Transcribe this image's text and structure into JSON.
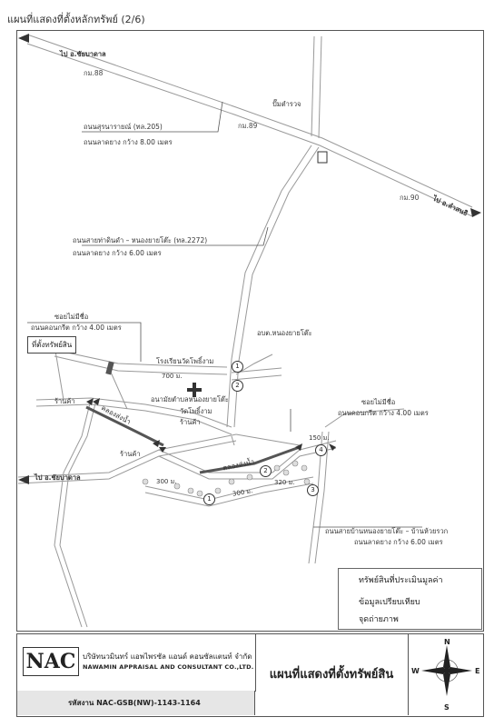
{
  "page_header": "แผนที่แสดงที่ตั้งหลักทรัพย์ (2/6)",
  "roads": {
    "to_chaibadan_top": "ไป อ.ชัยบาดาล",
    "to_lamsonthi": "ไป อ.ลำสนธิ",
    "to_chaibadan_left": "ไป อ.ชัยบาดาล",
    "hwy205_name": "ถนนสุรนารายณ์ (ทล.205)",
    "hwy205_desc": "ถนนลาดยาง กว้าง 8.00 เมตร",
    "hwy2272_name": "ถนนสายท่าดินดำ – หนองยายโต๊ะ (ทล.2272)",
    "hwy2272_desc": "ถนนลาดยาง กว้าง 6.00 เมตร",
    "soi_left_name": "ซอยไม่มีชื่อ",
    "soi_left_desc": "ถนนคอนกรีต กว้าง 4.00 เมตร",
    "soi_right_name": "ซอยไม่มีชื่อ",
    "soi_right_desc": "ถนนคอนกรีต กว้าง 4.00 เมตร",
    "village_road_name": "ถนนสายบ้านหนองยายโต๊ะ – บ้านห้วยรวก",
    "village_road_desc": "ถนนลาดยาง กว้าง 6.00 เมตร",
    "canal_1": "คลองส่งน้ำ",
    "canal_2": "คลองส่งน้ำ"
  },
  "km_markers": [
    "กม.88",
    "กม.89",
    "กม.90"
  ],
  "places": {
    "gas_station": "ปั๊มตำรวจ",
    "subdistrict_office": "อบต.หนองยายโต๊ะ",
    "school": "โรงเรียนวัดโพธิ์งาม",
    "health_center": "อนามัยตำบลหนองยายโต๊ะ",
    "temple": "วัดโพธิ์งาม",
    "shop_1": "ร้านค้า",
    "shop_2": "ร้านค้า",
    "shop_3": "ร้านค้า",
    "property_callout": "ที่ตั้งทรัพย์สิน"
  },
  "distances": [
    "700 ม.",
    "150 ม.",
    "300 ม.",
    "300 ม.",
    "320 ม."
  ],
  "photo_points": [
    "1",
    "2",
    "1",
    "2",
    "3",
    "4"
  ],
  "legend": {
    "items": [
      {
        "label": "ทรัพย์สินที่ประเมินมูลค่า"
      },
      {
        "label": "ข้อมูลเปรียบเทียบ"
      },
      {
        "label": "จุดถ่ายภาพ"
      }
    ]
  },
  "footer": {
    "logo_text": "NAC",
    "company_th": "บริษัทนวมินทร์ แอพไพรซัล แอนด์ คอนซัลแตนท์ จำกัด",
    "company_en": "NAWAMIN APPRAISAL AND CONSULTANT CO.,LTD.",
    "job_code": "รหัสงาน NAC-GSB(NW)-1143-1164",
    "map_title": "แผนที่แสดงที่ตั้งทรัพย์สิน",
    "compass": {
      "n": "N",
      "s": "S",
      "e": "E",
      "w": "W"
    }
  }
}
